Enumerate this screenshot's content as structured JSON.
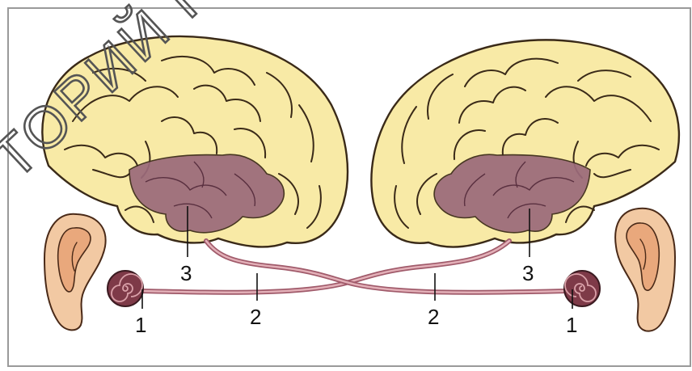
{
  "labels": {
    "cochlea_left": "1",
    "cochlea_right": "1",
    "nerve_left": "2",
    "nerve_right": "2",
    "cortex_left": "3",
    "cortex_right": "3"
  },
  "watermark": "ТОРИЙ Г",
  "colors": {
    "brain": "#f8eaa6",
    "auditory_cortex": "#9b6a7a",
    "nerve": "#a05a6a",
    "ear": "#f2c9a3",
    "cochlea": "#7e3a48"
  },
  "icons": [
    "left-brain",
    "right-brain",
    "left-ear",
    "right-ear",
    "left-cochlea",
    "right-cochlea",
    "auditory-nerve"
  ]
}
